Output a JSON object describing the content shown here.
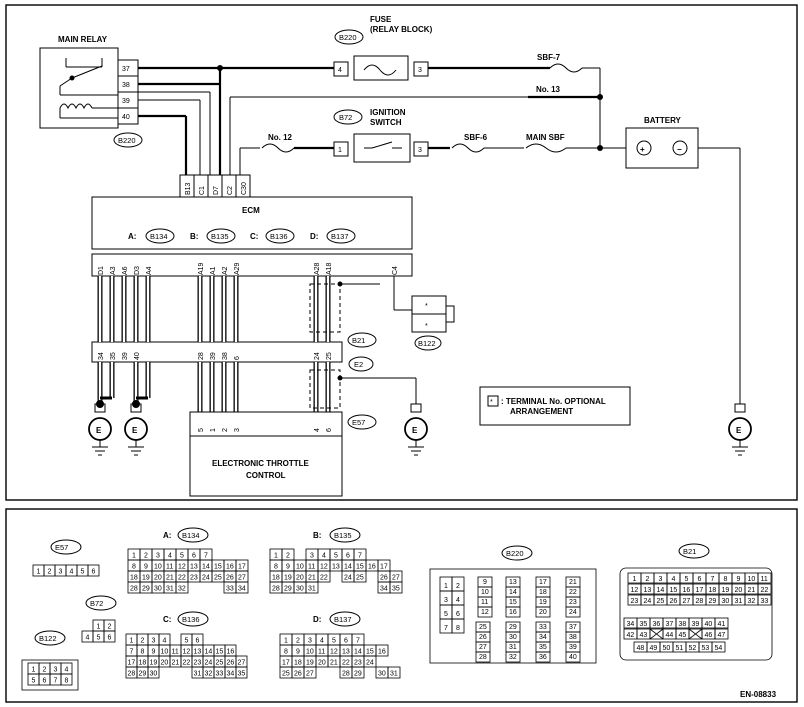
{
  "doc_id": "EN-08833",
  "components": {
    "main_relay": "MAIN RELAY",
    "fuse_label": [
      "FUSE",
      "(RELAY BLOCK)"
    ],
    "ignition_switch": [
      "IGNITION",
      "SWITCH"
    ],
    "battery": "BATTERY",
    "ecm": "ECM",
    "etc": [
      "ELECTRONIC THROTTLE",
      "CONTROL"
    ],
    "sbf7": "SBF-7",
    "no13": "No. 13",
    "no12": "No. 12",
    "sbf6": "SBF-6",
    "main_sbf": "MAIN SBF",
    "plus": "+",
    "minus": "−",
    "ground": "E"
  },
  "connectors": {
    "b220": "B220",
    "b72": "B72",
    "b134": "B134",
    "b135": "B135",
    "b136": "B136",
    "b137": "B137",
    "b21": "B21",
    "e2": "E2",
    "e57": "E57",
    "b122": "B122"
  },
  "ecm_prefix": {
    "a": "A:",
    "b": "B:",
    "c": "C:",
    "d": "D:"
  },
  "relay_pins": [
    "37",
    "38",
    "39",
    "40"
  ],
  "fuse_pins": [
    "4",
    "3"
  ],
  "ign_pins": [
    "1",
    "3"
  ],
  "ecm_top_pins": [
    "B13",
    "C1",
    "D7",
    "C2",
    "C30"
  ],
  "ecm_bottom_pins": [
    "D1",
    "A3",
    "A6",
    "D3",
    "A4",
    "A19",
    "A1",
    "A2",
    "A29",
    "A28",
    "A18",
    "C4"
  ],
  "b21_pins": [
    "34",
    "35",
    "39",
    "40",
    "28",
    "39",
    "38",
    "6",
    "24",
    "25"
  ],
  "etc_pins": [
    "5",
    "1",
    "2",
    "3",
    "4",
    "6"
  ],
  "b122_pins": [
    "*",
    "*"
  ],
  "note": {
    "star": "*",
    "text": [
      ": TERMINAL No. OPTIONAL",
      "ARRANGEMENT"
    ]
  },
  "grids": {
    "e57": {
      "title": "E57",
      "rows": [
        [
          "1",
          "2",
          "3",
          "4",
          "5",
          "6"
        ]
      ]
    },
    "b72": {
      "title": "B72",
      "rows": [
        [
          "",
          "1",
          "2"
        ],
        [
          "4",
          "5",
          "6"
        ]
      ]
    },
    "b122": {
      "title": "B122",
      "rows": [
        [
          "1",
          "2",
          "3",
          "4"
        ],
        [
          "5",
          "6",
          "7",
          "8"
        ]
      ]
    },
    "b134": {
      "prefix": "A:",
      "title": "B134",
      "rows": [
        [
          "1",
          "2",
          "3",
          "4",
          "5",
          "6",
          "7",
          ""
        ],
        [
          "8",
          "9",
          "10",
          "11",
          "12",
          "13",
          "14",
          "15",
          "16",
          "17"
        ],
        [
          "18",
          "19",
          "20",
          "21",
          "22",
          "23",
          "24",
          "25",
          "26",
          "27"
        ],
        [
          "28",
          "29",
          "30",
          "31",
          "32",
          "",
          "",
          "",
          "33",
          "34"
        ]
      ]
    },
    "b135": {
      "prefix": "B:",
      "title": "B135",
      "rows": [
        [
          "1",
          "2",
          "",
          "3",
          "4",
          "5",
          "6",
          "7"
        ],
        [
          "8",
          "9",
          "10",
          "11",
          "12",
          "13",
          "14",
          "15",
          "16",
          "17"
        ],
        [
          "18",
          "19",
          "20",
          "21",
          "22",
          "",
          "24",
          "25",
          "",
          "26",
          "27"
        ],
        [
          "28",
          "29",
          "30",
          "31",
          "",
          "",
          "",
          "",
          "",
          "34",
          "35"
        ]
      ]
    },
    "b136": {
      "prefix": "C:",
      "title": "B136",
      "rows": [
        [
          "1",
          "2",
          "3",
          "4",
          "",
          "5",
          "6"
        ],
        [
          "7",
          "8",
          "9",
          "10",
          "11",
          "12",
          "13",
          "14",
          "15",
          "16"
        ],
        [
          "17",
          "18",
          "19",
          "20",
          "21",
          "22",
          "23",
          "24",
          "25",
          "26",
          "27"
        ],
        [
          "28",
          "29",
          "30",
          "",
          "",
          "",
          "31",
          "32",
          "33",
          "34",
          "35"
        ]
      ]
    },
    "b137": {
      "prefix": "D:",
      "title": "B137",
      "rows": [
        [
          "1",
          "2",
          "3",
          "4",
          "5",
          "6",
          "7"
        ],
        [
          "8",
          "9",
          "10",
          "11",
          "12",
          "13",
          "14",
          "15",
          "16"
        ],
        [
          "17",
          "18",
          "19",
          "20",
          "21",
          "22",
          "23",
          "24"
        ],
        [
          "25",
          "26",
          "27",
          "",
          "",
          "28",
          "29",
          "",
          "30",
          "31"
        ]
      ]
    },
    "b220": {
      "title": "B220",
      "cols": [
        [
          "1",
          "2",
          "3",
          "4",
          "5",
          "6",
          "7",
          "8"
        ],
        [
          "9",
          "10",
          "11",
          "12"
        ],
        [
          "13",
          "14",
          "15",
          "16"
        ],
        [
          "17",
          "18",
          "19",
          "20"
        ],
        [
          "21",
          "22",
          "23",
          "24"
        ],
        [
          "25",
          "26",
          "27",
          "28"
        ],
        [
          "29",
          "30",
          "31",
          "32"
        ],
        [
          "33",
          "34",
          "35",
          "36"
        ],
        [
          "37",
          "38",
          "39",
          "40"
        ]
      ]
    },
    "b21": {
      "title": "B21",
      "rows": [
        [
          "1",
          "2",
          "3",
          "4",
          "5",
          "6",
          "7",
          "8",
          "9",
          "10",
          "11"
        ],
        [
          "12",
          "13",
          "14",
          "15",
          "16",
          "17",
          "18",
          "19",
          "20",
          "21",
          "22"
        ],
        [
          "23",
          "24",
          "25",
          "26",
          "27",
          "28",
          "29",
          "30",
          "31",
          "32",
          "33"
        ],
        [
          "34",
          "35",
          "36",
          "37",
          "38",
          "39",
          "40",
          "41"
        ],
        [
          "42",
          "43",
          "44",
          "45",
          "46",
          "47"
        ],
        [
          "48",
          "49",
          "50",
          "51",
          "52",
          "53",
          "54"
        ]
      ]
    }
  }
}
